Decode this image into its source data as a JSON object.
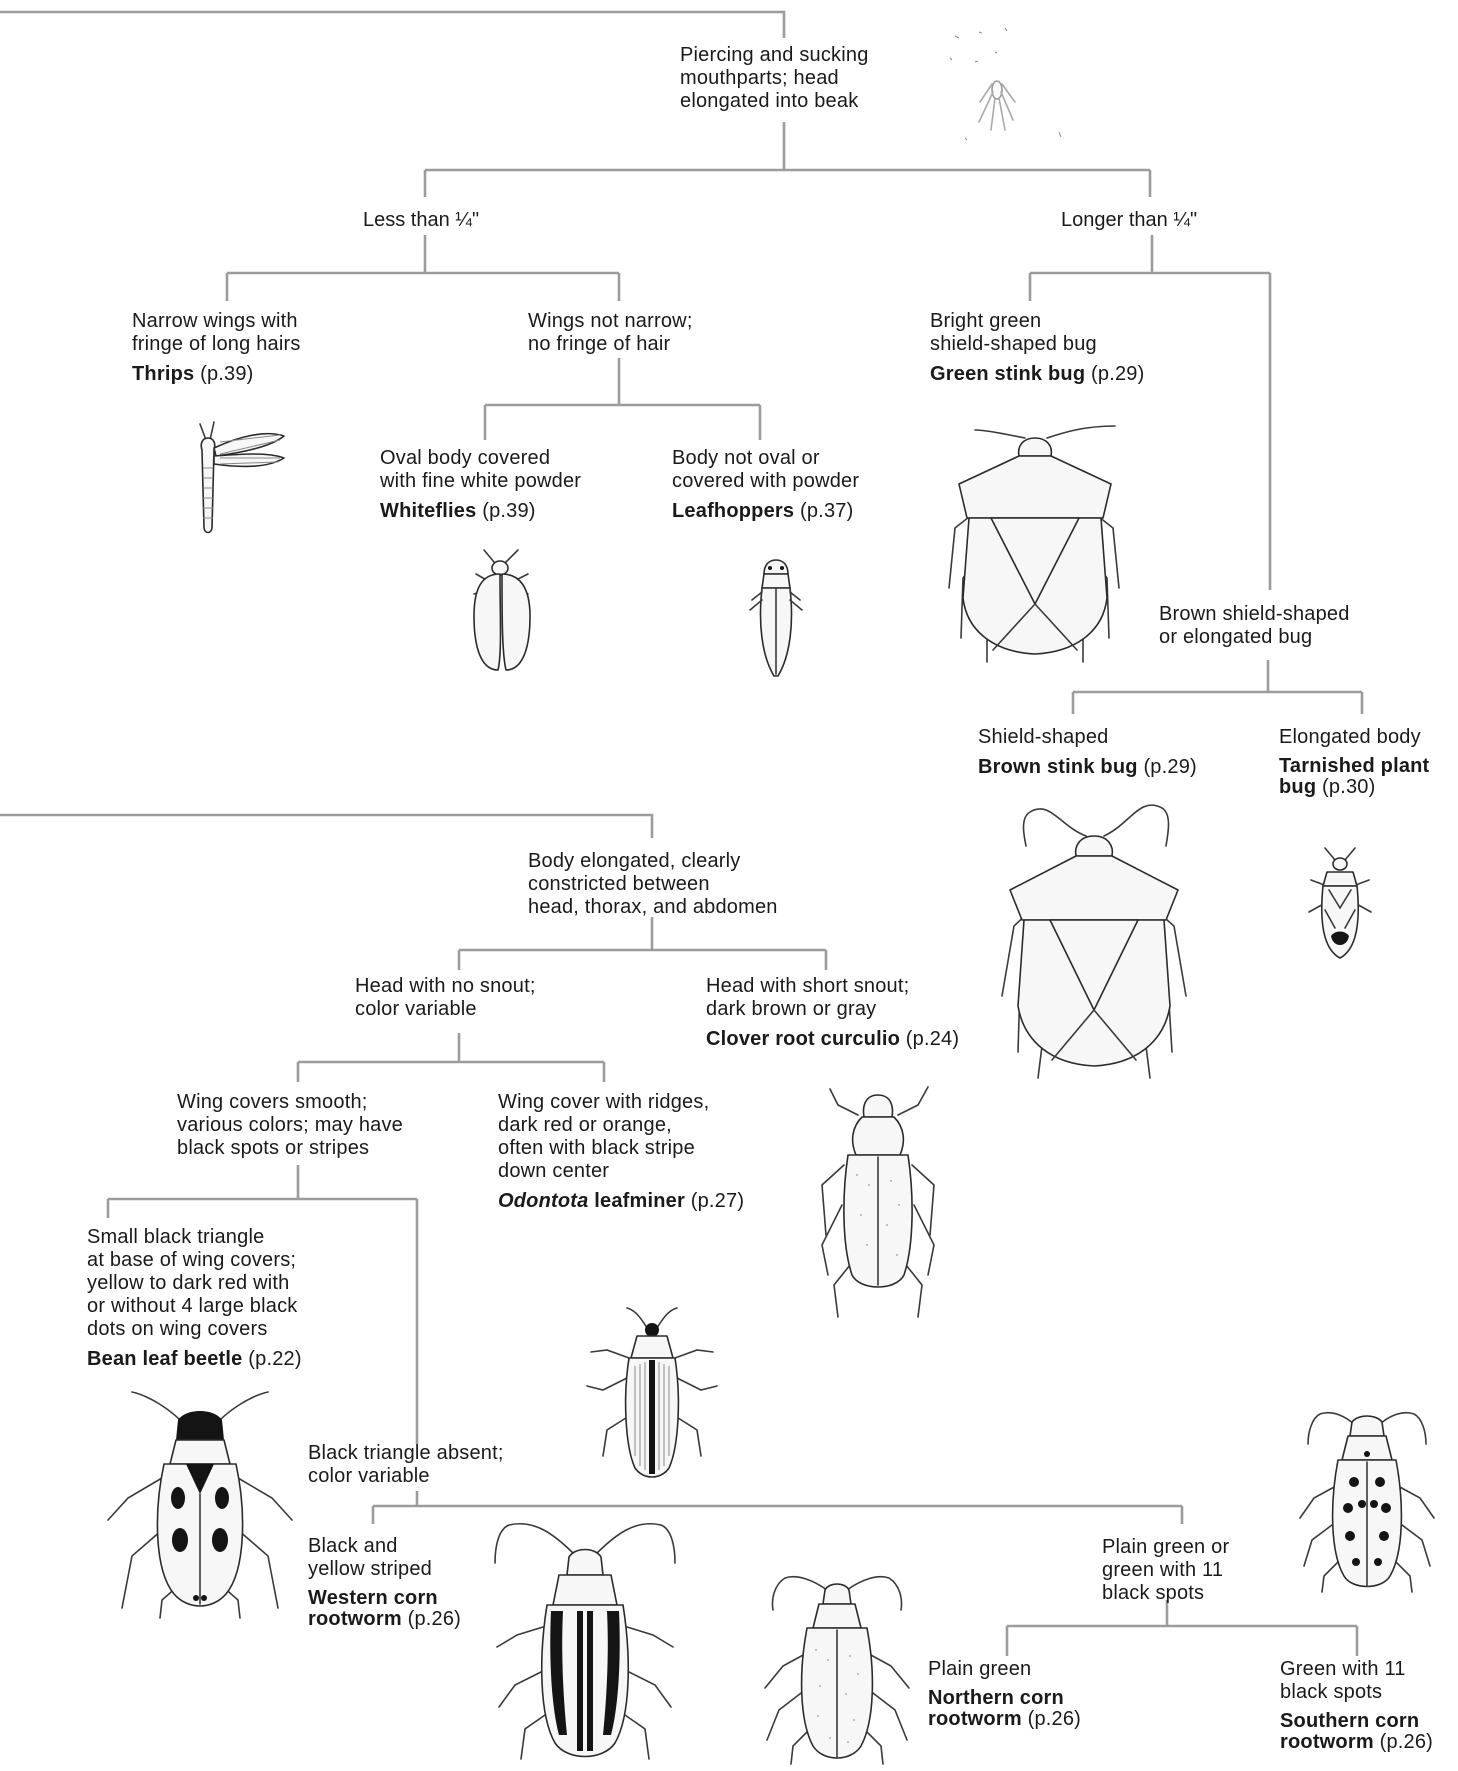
{
  "nodes": {
    "root": {
      "text": "Piercing and sucking\nmouthparts; head\nelongated into beak"
    },
    "size_small": {
      "text": "Less than ¼\""
    },
    "size_large": {
      "text": "Longer than ¼\""
    },
    "narrow_wings": {
      "text": "Narrow wings with\nfringe of long hairs",
      "pest": "Thrips",
      "page": "(p.39)"
    },
    "wings_not_narrow": {
      "text": "Wings not narrow;\nno fringe of hair"
    },
    "oval_powder": {
      "text": "Oval body covered\nwith fine white powder",
      "pest": "Whiteflies",
      "page": "(p.39)"
    },
    "not_oval": {
      "text": "Body not oval or\ncovered with powder",
      "pest": "Leafhoppers",
      "page": "(p.37)"
    },
    "bright_green": {
      "text": "Bright green\nshield-shaped bug",
      "pest": "Green stink bug",
      "page": "(p.29)"
    },
    "brown_shield": {
      "text": "Brown shield-shaped\nor elongated bug"
    },
    "shield_shaped": {
      "text": "Shield-shaped",
      "pest": "Brown stink bug",
      "page": "(p.29)"
    },
    "elongated_body": {
      "text": "Elongated body",
      "pest": "Tarnished plant\nbug",
      "page": "(p.30)"
    },
    "body_elongated": {
      "text": "Body elongated, clearly\nconstricted between\nhead, thorax, and abdomen"
    },
    "no_snout": {
      "text": "Head with no snout;\ncolor variable"
    },
    "short_snout": {
      "text": "Head with short snout;\ndark brown or gray",
      "pest": "Clover root curculio",
      "page": "(p.24)"
    },
    "smooth_covers": {
      "text": "Wing covers smooth;\nvarious colors; may have\nblack spots or stripes"
    },
    "ridged_covers": {
      "text": "Wing cover with ridges,\ndark red or orange,\noften with black stripe\ndown center",
      "pest": "Odontota",
      "pest2": "leafminer",
      "page": "(p.27)"
    },
    "black_triangle": {
      "text": "Small black triangle\nat base of wing covers;\nyellow to dark red with\nor without 4 large black\ndots on wing covers",
      "pest": "Bean leaf beetle",
      "page": "(p.22)"
    },
    "triangle_absent": {
      "text": "Black triangle absent;\ncolor variable"
    },
    "black_yellow": {
      "text": "Black and\nyellow striped",
      "pest": "Western corn\nrootworm",
      "page": "(p.26)"
    },
    "plain_or_spots": {
      "text": "Plain green or\ngreen with 11\nblack spots"
    },
    "plain_green": {
      "text": "Plain green",
      "pest": "Northern corn\nrootworm",
      "page": "(p.26)"
    },
    "green_spots": {
      "text": "Green with 11\nblack spots",
      "pest": "Southern corn\nrootworm",
      "page": "(p.26)"
    }
  },
  "illustrations": {
    "aphid": "aphid-illustration",
    "thrips": "thrips-illustration",
    "whitefly": "whitefly-illustration",
    "leafhopper": "leafhopper-illustration",
    "green_stink_bug": "green-stink-bug-illustration",
    "brown_stink_bug": "brown-stink-bug-illustration",
    "tarnished_plant_bug": "tarnished-plant-bug-illustration",
    "clover_root_curculio": "clover-root-curculio-illustration",
    "odontota_leafminer": "odontota-leafminer-illustration",
    "bean_leaf_beetle": "bean-leaf-beetle-illustration",
    "western_corn_rootworm": "western-corn-rootworm-illustration",
    "northern_corn_rootworm": "northern-corn-rootworm-illustration",
    "southern_corn_rootworm": "southern-corn-rootworm-illustration"
  },
  "colors": {
    "line": "#9c9c9c",
    "text": "#1a1a1a",
    "ink": "#141414"
  }
}
